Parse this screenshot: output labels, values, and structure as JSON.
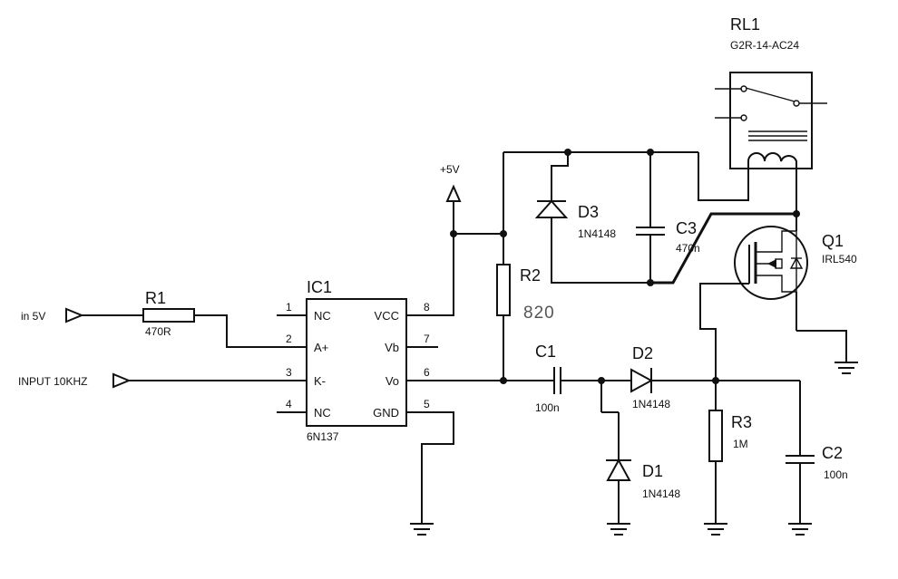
{
  "ports": {
    "in5v": "in 5V",
    "input": "INPUT 10KHZ",
    "vcc": "+5V"
  },
  "ic1": {
    "ref": "IC1",
    "part": "6N137",
    "pins": [
      {
        "num": "1",
        "name": "NC"
      },
      {
        "num": "2",
        "name": "A+"
      },
      {
        "num": "3",
        "name": "K-"
      },
      {
        "num": "4",
        "name": "NC"
      },
      {
        "num": "8",
        "name": "VCC"
      },
      {
        "num": "7",
        "name": "Vb"
      },
      {
        "num": "6",
        "name": "Vo"
      },
      {
        "num": "5",
        "name": "GND"
      }
    ]
  },
  "components": {
    "r1": {
      "ref": "R1",
      "value": "470R"
    },
    "r2": {
      "ref": "R2",
      "value": "820"
    },
    "r3": {
      "ref": "R3",
      "value": "1M"
    },
    "c1": {
      "ref": "C1",
      "value": "100n"
    },
    "c2": {
      "ref": "C2",
      "value": "100n"
    },
    "c3": {
      "ref": "C3",
      "value": "470n"
    },
    "d1": {
      "ref": "D1",
      "value": "1N4148"
    },
    "d2": {
      "ref": "D2",
      "value": "1N4148"
    },
    "d3": {
      "ref": "D3",
      "value": "1N4148"
    },
    "q1": {
      "ref": "Q1",
      "value": "IRL540"
    },
    "rl1": {
      "ref": "RL1",
      "value": "G2R-14-AC24"
    }
  }
}
